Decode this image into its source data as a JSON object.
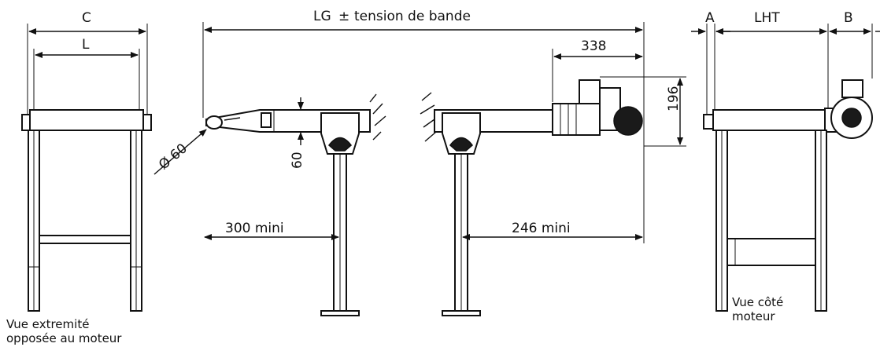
{
  "dimensions": {
    "C": "C",
    "L": "L",
    "LG": "LG",
    "pm": "±",
    "tension": "tension de bande",
    "d338": "338",
    "d196": "196",
    "diam": "Ø 60",
    "d60": "60",
    "d300": "300 mini",
    "d246": "246 mini",
    "A": "A",
    "LHT": "LHT",
    "B": "B"
  },
  "captions": {
    "left_line1": "Vue extremité",
    "left_line2": "opposée au moteur",
    "right_line1": "Vue côté",
    "right_line2": "moteur"
  }
}
